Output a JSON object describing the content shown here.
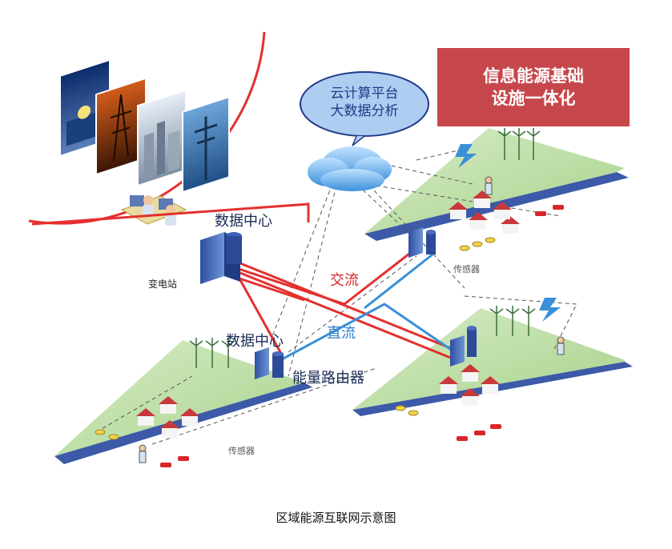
{
  "banner": {
    "line1": "信息能源基础",
    "line2": "设施一体化"
  },
  "cloud": {
    "line1": "云计算平台",
    "line2": "大数据分析"
  },
  "labels": {
    "data_center_top": "数据中心",
    "substation": "变电站",
    "ac": "交流",
    "dc": "直流",
    "data_center_mid": "数据中心",
    "energy_router": "能量路由器",
    "sensor_right": "传感器",
    "sensor_left": "传感器"
  },
  "caption": "区域能源互联网示意图",
  "colors": {
    "ac_line": "#e4302f",
    "dc_line": "#3a8fd8",
    "banner_bg": "#c6474b",
    "platform_green": "#b9dca0",
    "platform_edge": "#3c5aa8",
    "cloud": "#5aa8e8"
  }
}
